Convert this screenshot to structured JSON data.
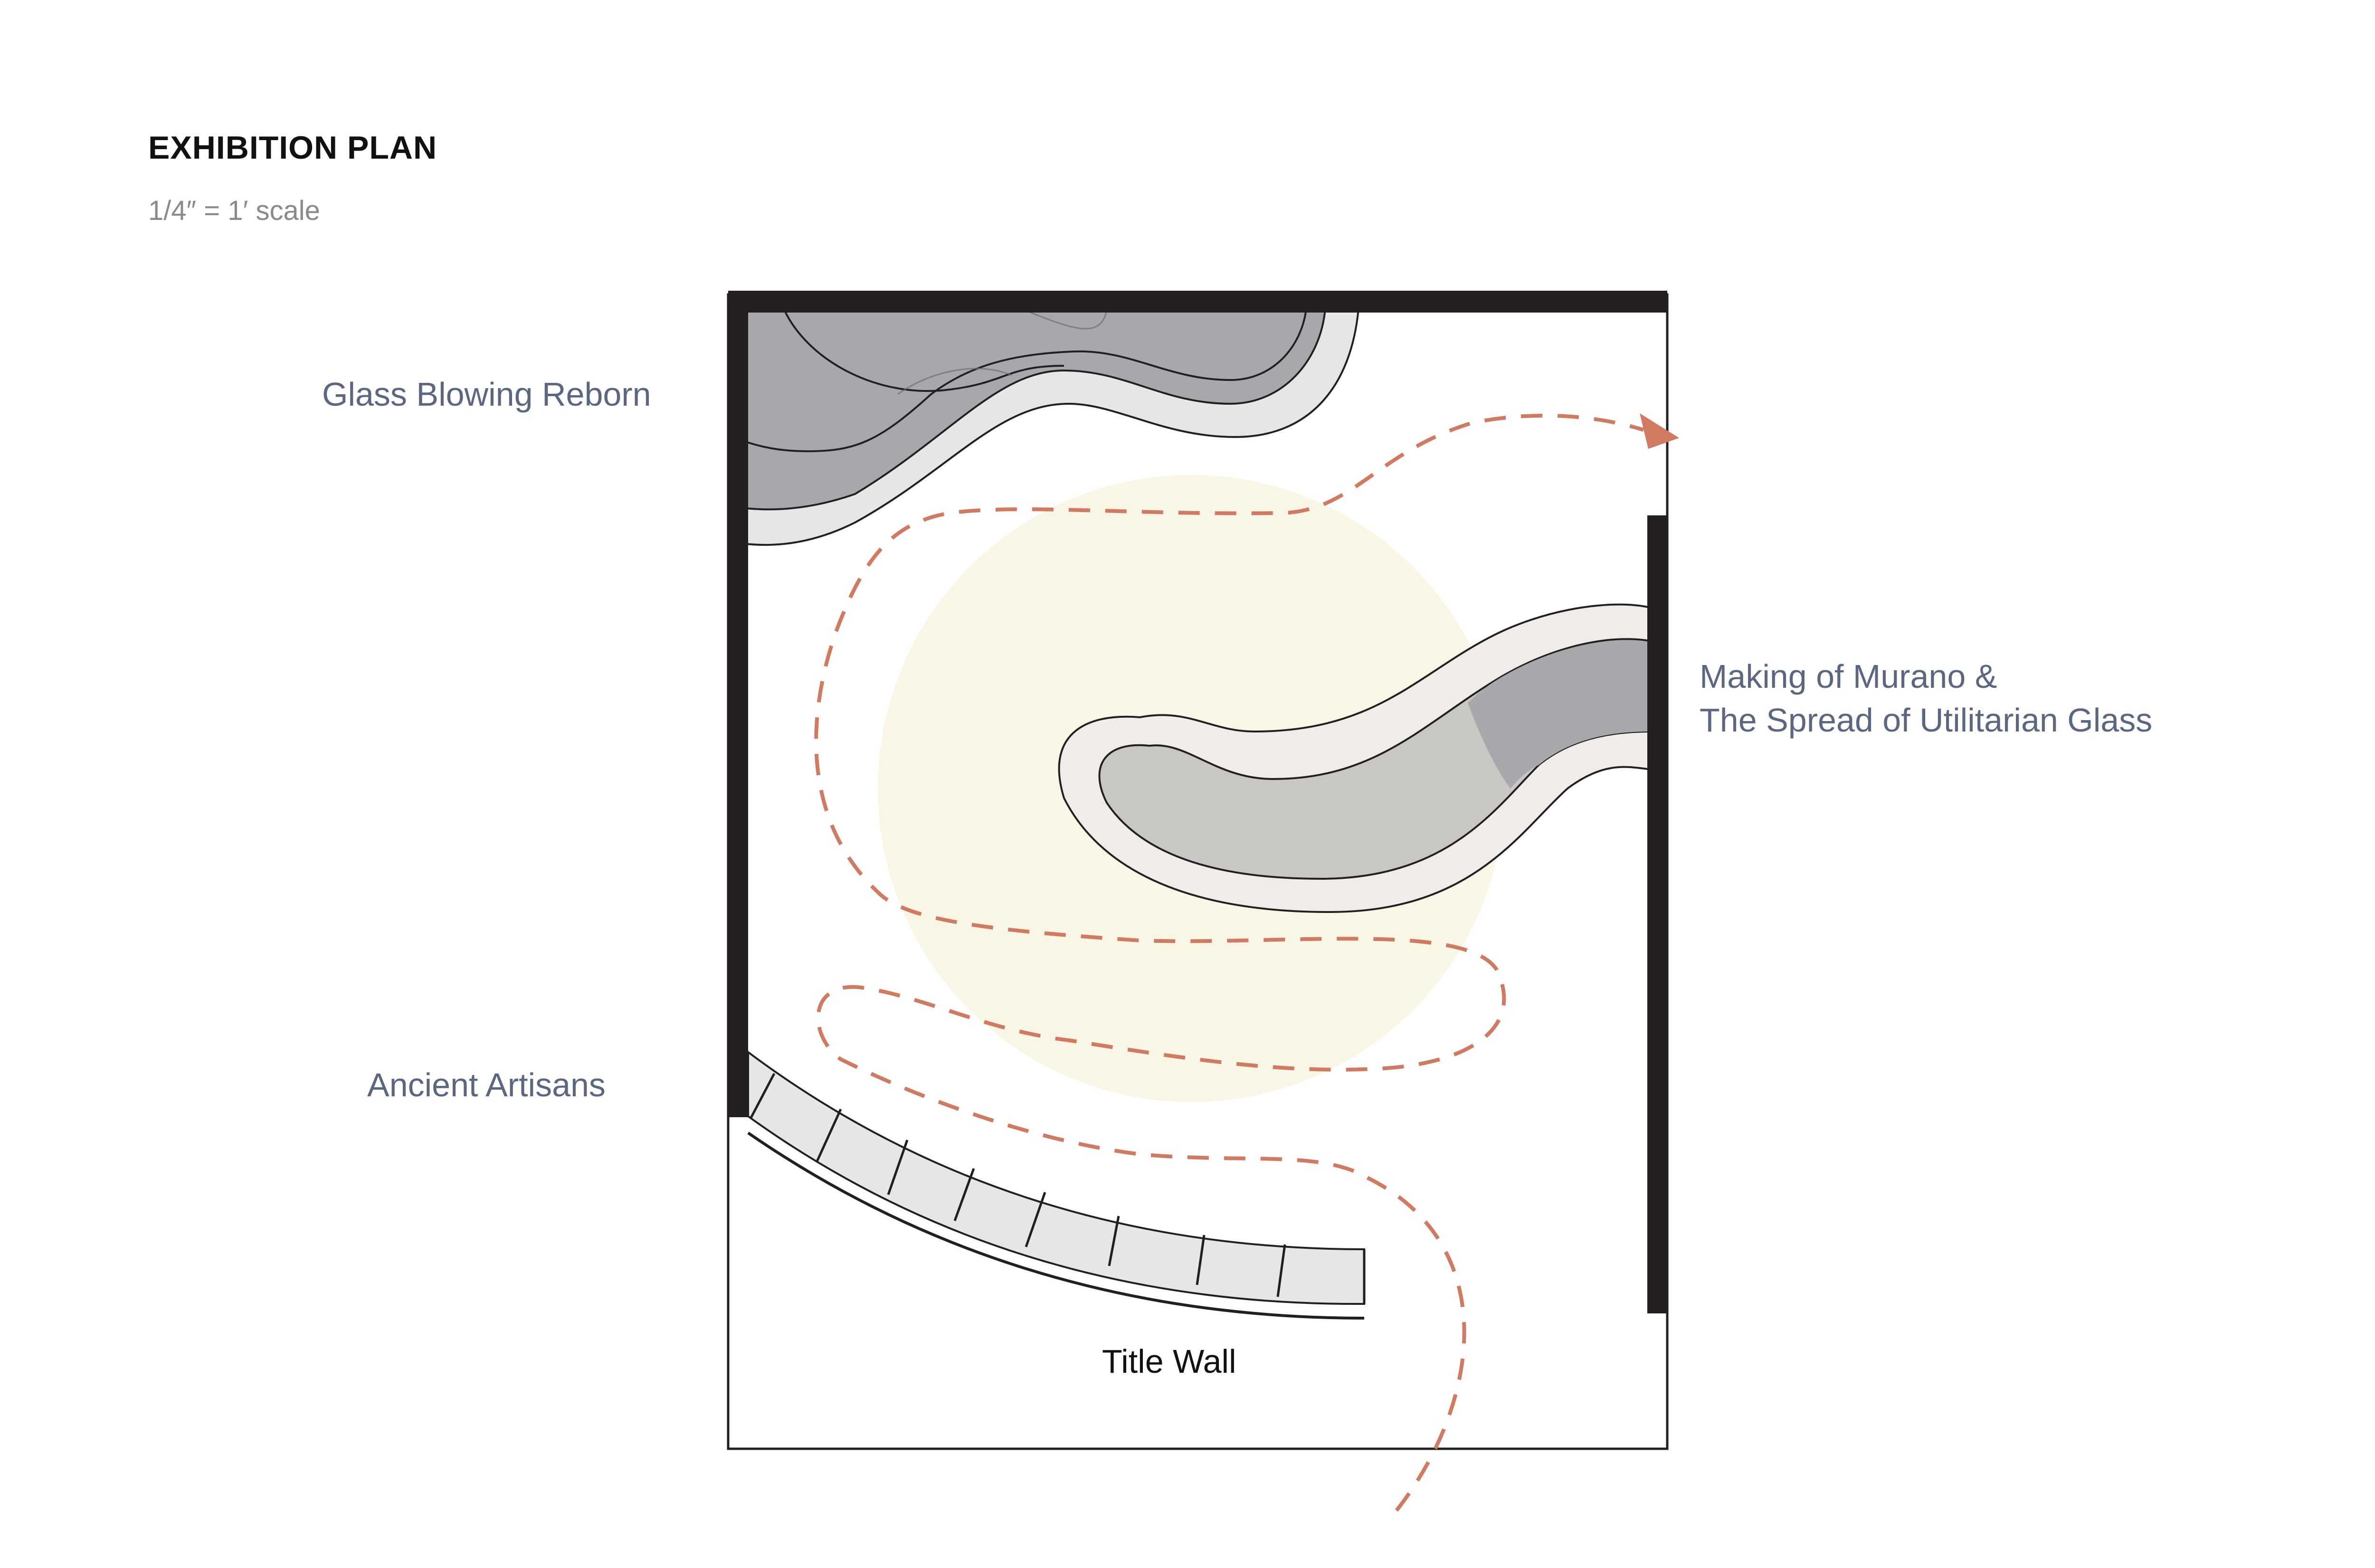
{
  "header": {
    "title": "EXHIBITION PLAN",
    "scale": "1/4″ = 1′ scale"
  },
  "zones": {
    "glass_blowing": "Glass Blowing Reborn",
    "murano_line1": "Making of Murano &",
    "murano_line2": "The Spread of Utilitarian Glass",
    "ancient": "Ancient Artisans",
    "title_wall": "Title Wall"
  },
  "colors": {
    "wall": "#231f20",
    "path": "#d07a62",
    "display_dark": "#a7a8ac",
    "display_light": "#e6e6e7",
    "light_pool": "#faf6e6",
    "label": "#5b6680"
  }
}
